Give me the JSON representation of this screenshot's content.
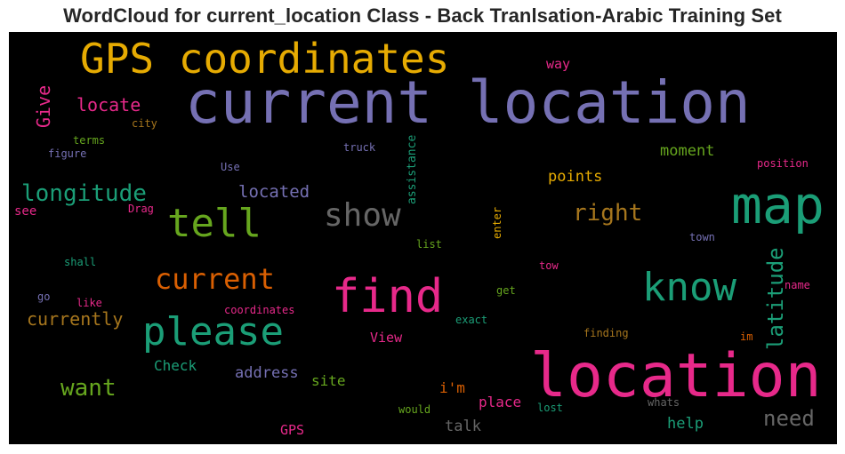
{
  "chart_data": {
    "type": "wordcloud",
    "title": "WordCloud for current_location Class - Back Tranlsation-Arabic Training Set",
    "background": "#000000",
    "words": [
      {
        "text": "current location",
        "color": "#7570b3"
      },
      {
        "text": "location",
        "color": "#e7298a"
      },
      {
        "text": "GPS coordinates",
        "color": "#e6ab02"
      },
      {
        "text": "map",
        "color": "#1b9e77"
      },
      {
        "text": "find",
        "color": "#e7298a"
      },
      {
        "text": "tell",
        "color": "#66a61e"
      },
      {
        "text": "please",
        "color": "#1b9e77"
      },
      {
        "text": "know",
        "color": "#1b9e77"
      },
      {
        "text": "show",
        "color": "#666666"
      },
      {
        "text": "current",
        "color": "#d95f02"
      },
      {
        "text": "latitude",
        "color": "#1b9e77"
      },
      {
        "text": "longitude",
        "color": "#1b9e77"
      },
      {
        "text": "want",
        "color": "#66a61e"
      },
      {
        "text": "right",
        "color": "#a6761d"
      },
      {
        "text": "need",
        "color": "#666666"
      },
      {
        "text": "Give",
        "color": "#e7298a"
      },
      {
        "text": "currently",
        "color": "#a6761d"
      },
      {
        "text": "locate",
        "color": "#e7298a"
      },
      {
        "text": "located",
        "color": "#7570b3"
      },
      {
        "text": "points",
        "color": "#e6ab02"
      },
      {
        "text": "moment",
        "color": "#66a61e"
      },
      {
        "text": "Check",
        "color": "#1b9e77"
      },
      {
        "text": "address",
        "color": "#7570b3"
      },
      {
        "text": "site",
        "color": "#66a61e"
      },
      {
        "text": "i'm",
        "color": "#d95f02"
      },
      {
        "text": "place",
        "color": "#e7298a"
      },
      {
        "text": "talk",
        "color": "#666666"
      },
      {
        "text": "help",
        "color": "#1b9e77"
      },
      {
        "text": "View",
        "color": "#e7298a"
      },
      {
        "text": "GPS",
        "color": "#e7298a"
      },
      {
        "text": "way",
        "color": "#e7298a"
      },
      {
        "text": "assistance",
        "color": "#1b9e77"
      },
      {
        "text": "see",
        "color": "#e7298a"
      },
      {
        "text": "city",
        "color": "#a6761d"
      },
      {
        "text": "terms",
        "color": "#66a61e"
      },
      {
        "text": "figure",
        "color": "#7570b3"
      },
      {
        "text": "truck",
        "color": "#7570b3"
      },
      {
        "text": "Use",
        "color": "#7570b3"
      },
      {
        "text": "Drag",
        "color": "#e7298a"
      },
      {
        "text": "position",
        "color": "#e7298a"
      },
      {
        "text": "enter",
        "color": "#e6ab02"
      },
      {
        "text": "list",
        "color": "#66a61e"
      },
      {
        "text": "town",
        "color": "#7570b3"
      },
      {
        "text": "shall",
        "color": "#1b9e77"
      },
      {
        "text": "tow",
        "color": "#e7298a"
      },
      {
        "text": "get",
        "color": "#66a61e"
      },
      {
        "text": "name",
        "color": "#e7298a"
      },
      {
        "text": "go",
        "color": "#7570b3"
      },
      {
        "text": "like",
        "color": "#e7298a"
      },
      {
        "text": "coordinates",
        "color": "#e7298a"
      },
      {
        "text": "exact",
        "color": "#1b9e77"
      },
      {
        "text": "finding",
        "color": "#a6761d"
      },
      {
        "text": "im",
        "color": "#d95f02"
      },
      {
        "text": "would",
        "color": "#66a61e"
      },
      {
        "text": "lost",
        "color": "#1b9e77"
      },
      {
        "text": "whats",
        "color": "#666666"
      }
    ]
  }
}
